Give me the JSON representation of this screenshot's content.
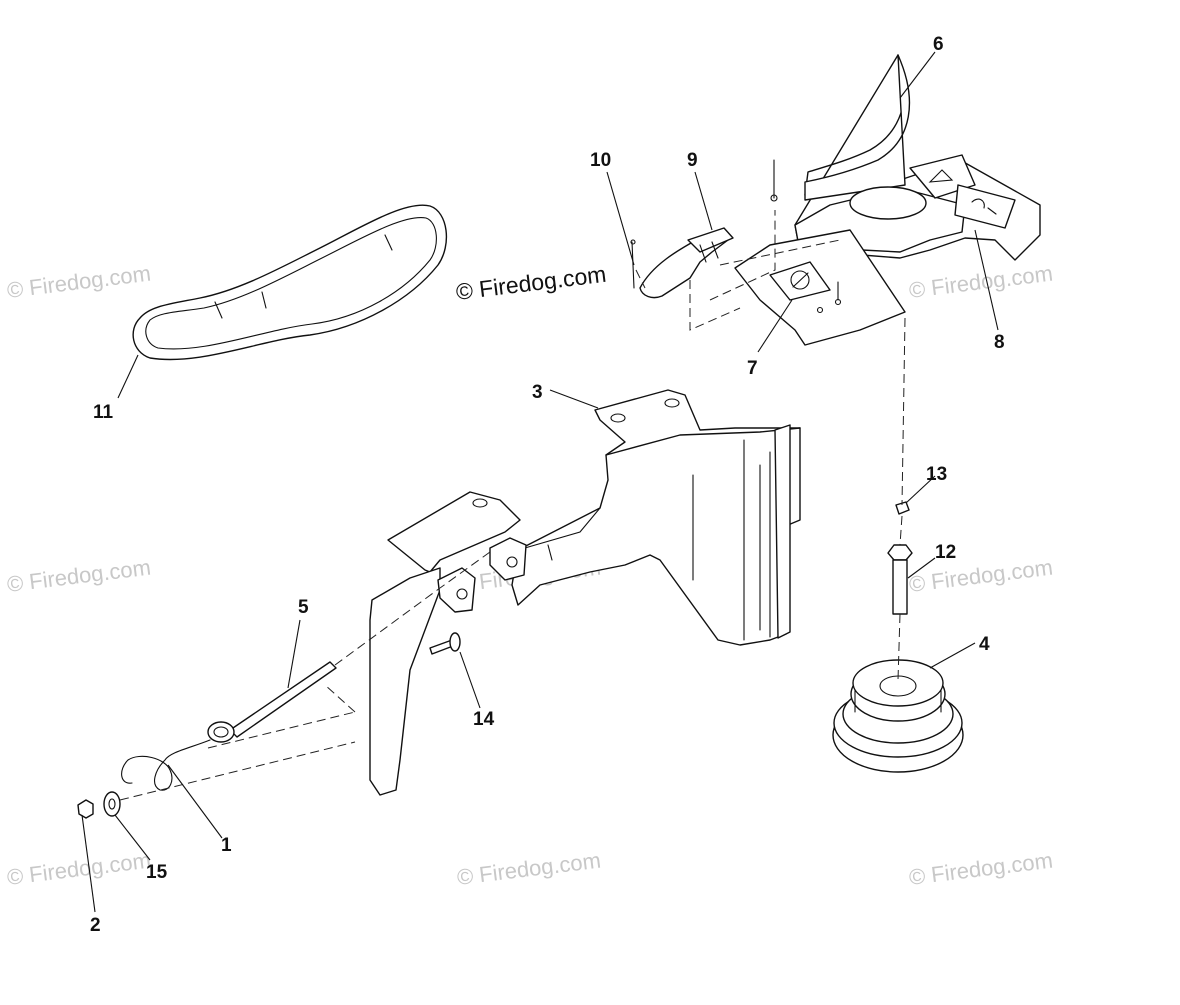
{
  "watermark": {
    "text": "© Firedog.com",
    "main_text": "© Firedog.com"
  },
  "callouts": [
    "1",
    "2",
    "3",
    "4",
    "5",
    "6",
    "7",
    "8",
    "9",
    "10",
    "11",
    "12",
    "13",
    "14",
    "15"
  ]
}
